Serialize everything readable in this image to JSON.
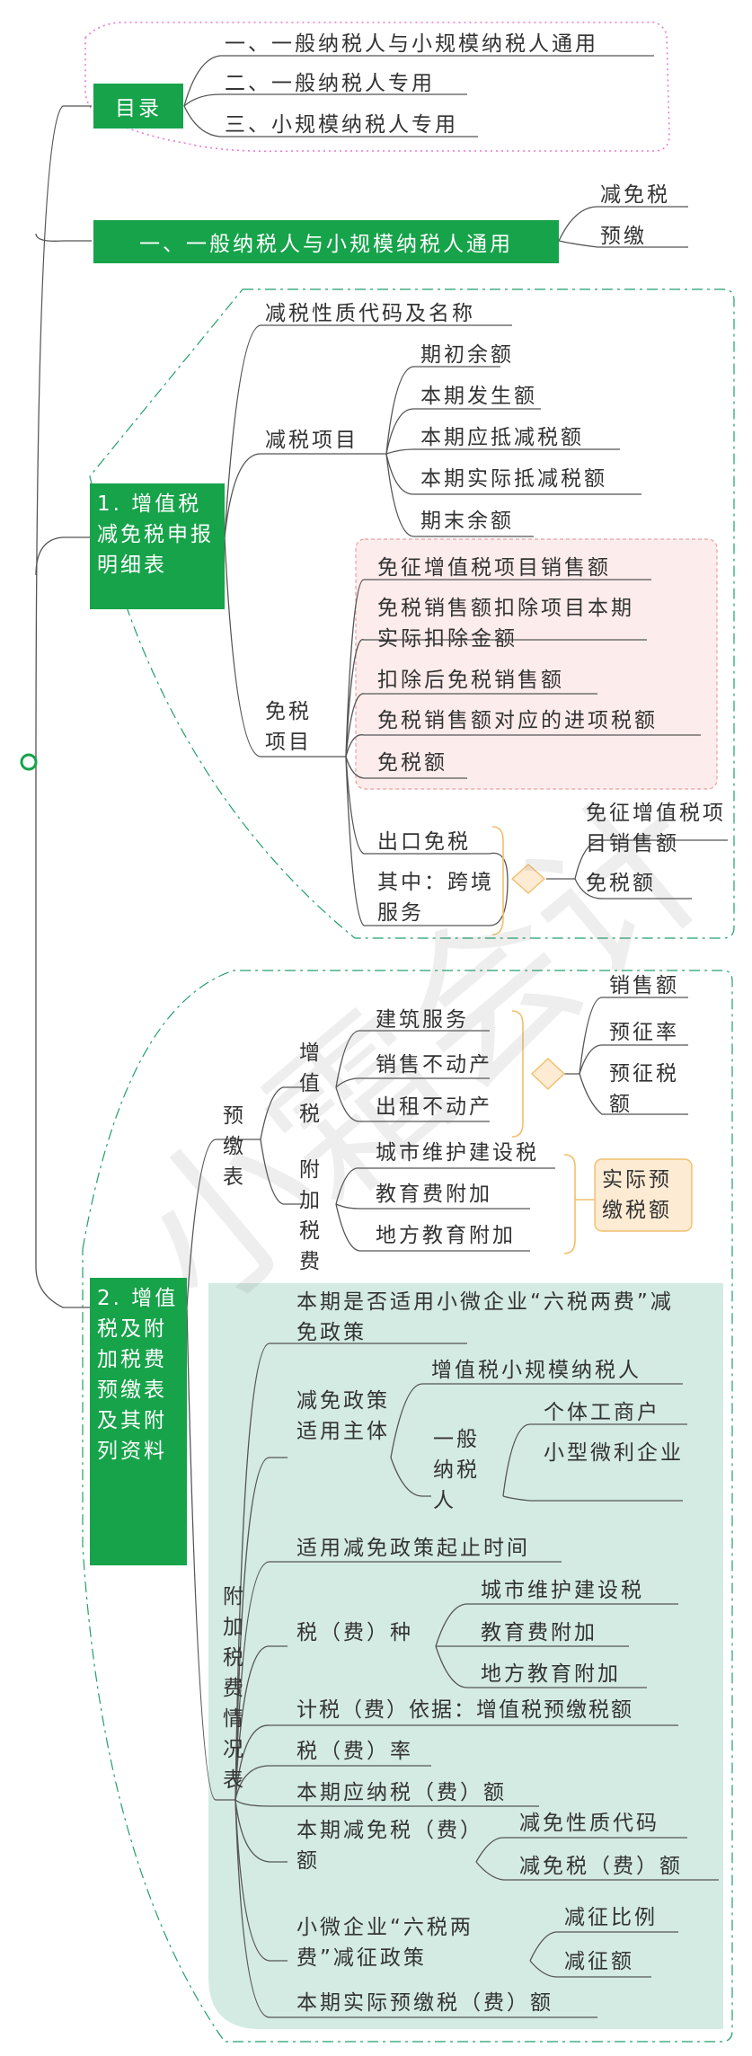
{
  "watermark": "小霜会计",
  "toc": {
    "title": "目录",
    "items": [
      "一、一般纳税人与小规模纳税人通用",
      "二、一般纳税人专用",
      "三、小规模纳税人专用"
    ]
  },
  "section1": {
    "title": "一、一般纳税人与小规模纳税人通用",
    "children": [
      "减免税",
      "预缴"
    ]
  },
  "detail": {
    "title": "1. 增值税减免税申报明细表",
    "code_name": "减税性质代码及名称",
    "reduce_item": "减税项目",
    "reduce_children": [
      "期初余额",
      "本期发生额",
      "本期应抵减税额",
      "本期实际抵减税额",
      "期末余额"
    ],
    "exempt_item": "免税项目",
    "exempt_children": [
      "免征增值税项目销售额",
      "免税销售额扣除项目本期实际扣除金额",
      "扣除后免税销售额",
      "免税销售额对应的进项税额",
      "免税额"
    ],
    "export": "出口免税",
    "cross": "其中：跨境服务",
    "export_children": [
      "免征增值税项目销售额",
      "免税额"
    ]
  },
  "prepay": {
    "title": "2. 增值税及附加税费预缴表及其附列资料",
    "table": "预缴表",
    "vat": "增值税",
    "vat_children": [
      "建筑服务",
      "销售不动产",
      "出租不动产"
    ],
    "vat_fields": [
      "销售额",
      "预征率",
      "预征税额"
    ],
    "surtax": "附加税费",
    "surtax_children": [
      "城市维护建设税",
      "教育费附加",
      "地方教育附加"
    ],
    "surtax_field": "实际预缴税额",
    "attach": "附加税费情况表",
    "attach_items": {
      "six_tax": "本期是否适用小微企业“六税两费”减免政策",
      "subject": "减免政策适用主体",
      "small_scale": "增值税小规模纳税人",
      "general": "一般纳税人",
      "individual": "个体工商户",
      "micro": "小型微利企业",
      "start_time": "适用减免政策起止时间",
      "tax_kind": "税（费）种",
      "tax_kinds": [
        "城市维护建设税",
        "教育费附加",
        "地方教育附加"
      ],
      "basis": "计税（费）依据：增值税预缴税额",
      "rate": "税（费）率",
      "payable": "本期应纳税（费）额",
      "reduce": "本期减免税（费）额",
      "reduce_children": [
        "减免性质代码",
        "减免税（费）额"
      ],
      "six_tax_levy": "小微企业“六税两费”减征政策",
      "levy_children": [
        "减征比例",
        "减征额"
      ],
      "actual": "本期实际预缴税（费）额"
    }
  },
  "colors": {
    "green": "#16a34a",
    "pink_border": "#e879d4",
    "pink_fill": "#fdecec",
    "pink_dash": "#e8a0a0",
    "teal_fill": "#d4ebe4",
    "orange": "#f2bf6b",
    "orange_fill": "#fdebd3",
    "line": "#555555"
  }
}
